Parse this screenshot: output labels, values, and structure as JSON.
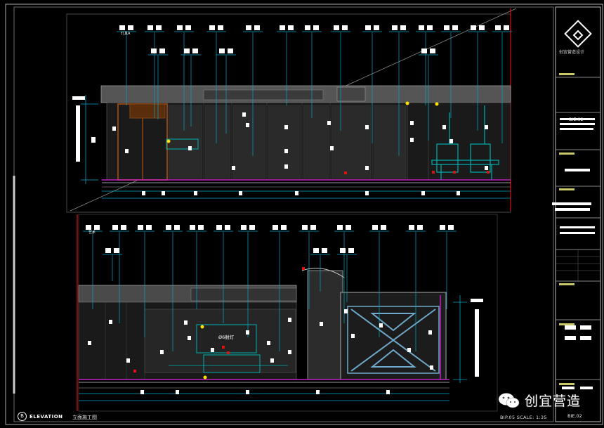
{
  "drawing": {
    "title": "ELEVATION",
    "subtitle": "立面施工图",
    "reference": "BIP.05   SCALE: 1:35",
    "marker": "B",
    "sheet_number_top": "BIE.02",
    "sheet_number_bottom": "BIE.02",
    "label_main": "Ø6射灯",
    "label_a": "灯具A",
    "label_b": "艺术",
    "brand_titleblock": "创宜营造设计"
  },
  "watermark": {
    "text": "创宜营造",
    "icon": "wechat-icon"
  },
  "colors": {
    "background": "#000000",
    "dimension": "#00a8c8",
    "wall": "#8a8a8a",
    "accent_red": "#e01010",
    "accent_magenta": "#c020c0",
    "wood": "#8b4513",
    "teal": "#00b0b0",
    "yellow": "#ffe000"
  }
}
